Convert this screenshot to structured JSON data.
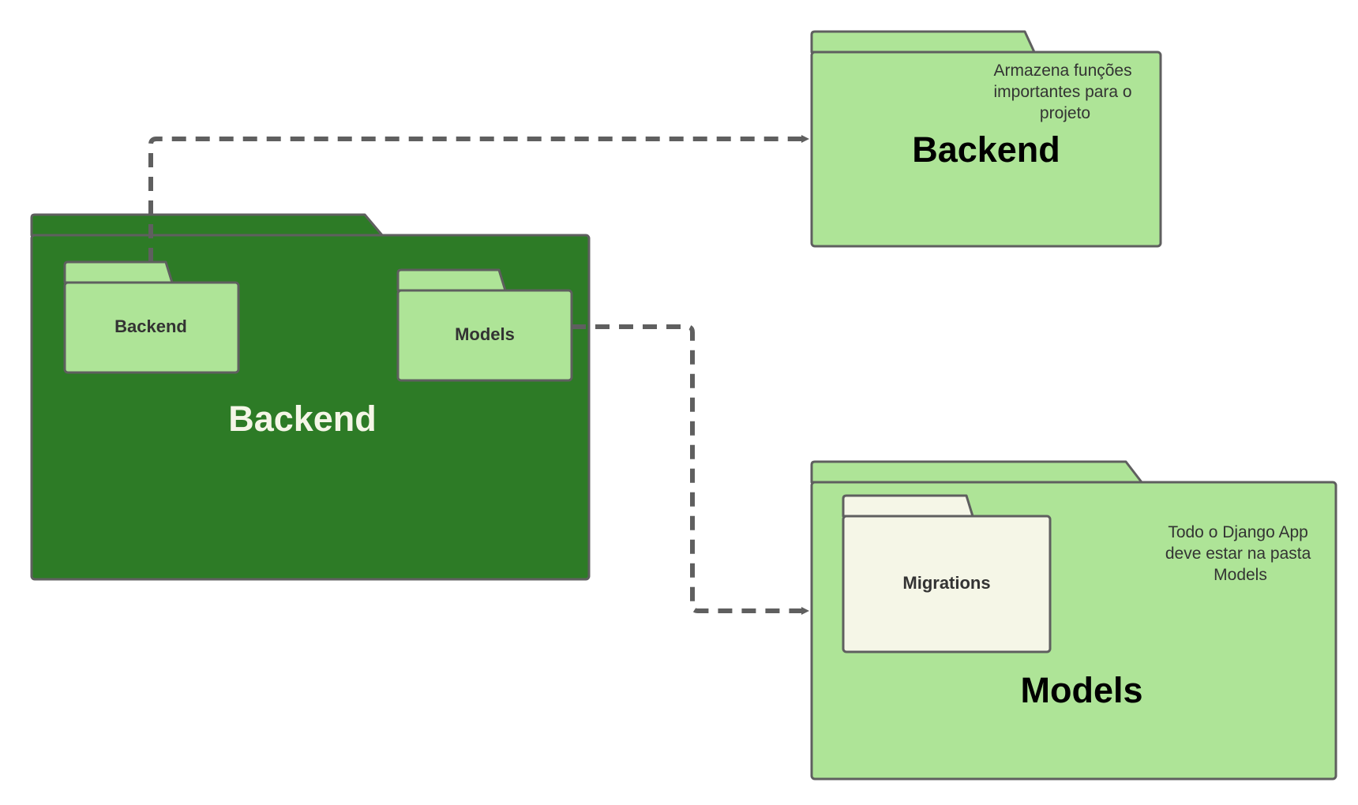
{
  "diagram": {
    "package_main": {
      "title": "Backend",
      "inner_backend": "Backend",
      "inner_models": "Models"
    },
    "package_backend": {
      "title": "Backend",
      "note": [
        "Armazena funções",
        "importantes para o",
        "projeto"
      ]
    },
    "package_models": {
      "title": "Models",
      "inner_migrations": "Migrations",
      "note": [
        "Todo o Django App",
        "deve estar na pasta",
        "Models"
      ]
    }
  },
  "colors": {
    "dark_green": "#2d7b26",
    "light_green": "#aee497",
    "cream": "#f5f6e7",
    "stroke": "#5f5f5f",
    "title_light": "#f5f6e7",
    "title_dark": "#000000",
    "text": "#333333"
  }
}
